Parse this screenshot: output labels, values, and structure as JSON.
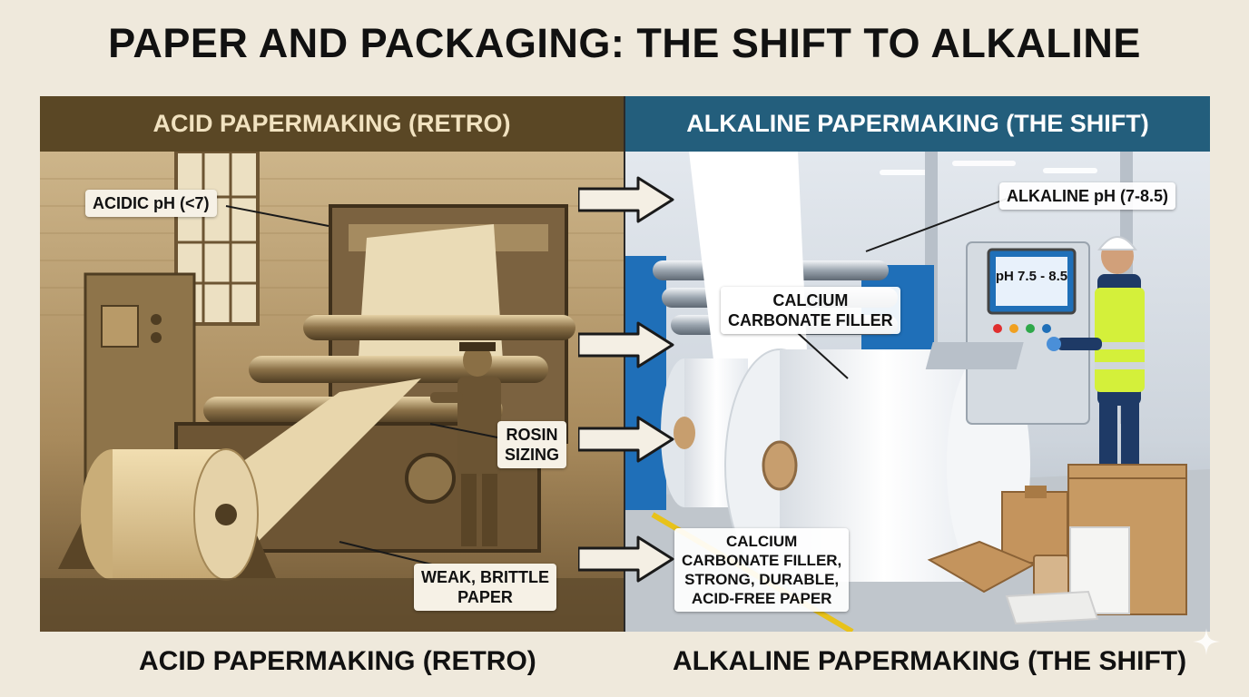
{
  "title": "PAPER AND PACKAGING: THE SHIFT TO ALKALINE",
  "left_panel": {
    "header": "ACID PAPERMAKING (RETRO)",
    "labels": {
      "ph": "ACIDIC pH (<7)",
      "sizing_line1": "ROSIN",
      "sizing_line2": "SIZING",
      "paper_line1": "WEAK, BRITTLE",
      "paper_line2": "PAPER"
    },
    "caption": "ACID PAPERMAKING (RETRO)"
  },
  "right_panel": {
    "header": "ALKALINE PAPERMAKING (THE SHIFT)",
    "labels": {
      "ph": "ALKALINE pH (7-8.5)",
      "screen": "pH 7.5 - 8.5",
      "filler_line1": "CALCIUM",
      "filler_line2": "CARBONATE FILLER",
      "result_line1": "CALCIUM",
      "result_line2": "CARBONATE FILLER,",
      "result_line3": "STRONG, DURABLE,",
      "result_line4": "ACID-FREE PAPER"
    },
    "caption": "ALKALINE PAPERMAKING (THE SHIFT)"
  },
  "colors": {
    "background": "#efe9dc",
    "acid_header": "#5a4725",
    "alkaline_header": "#235e7c",
    "sepia": "#8a6f45",
    "factory": "#d7dde3"
  }
}
